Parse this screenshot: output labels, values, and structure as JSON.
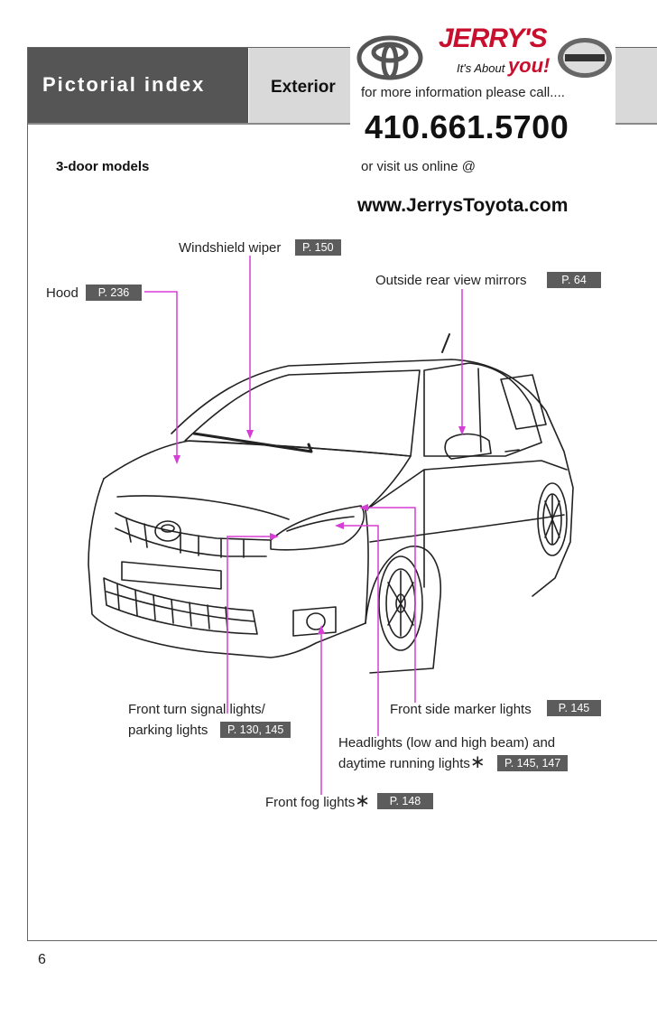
{
  "header": {
    "section_title": "Pictorial index",
    "tab_title": "Exterior"
  },
  "ad": {
    "brand": "JERRY'S",
    "slogan_prefix": "It's About",
    "slogan_emphasis": "you!",
    "info": "for more information please call....",
    "phone": "410.661.5700",
    "visit": "or visit us online @",
    "url": "www.JerrysToyota.com"
  },
  "subhead": "3-door models",
  "callouts": {
    "windshield_wiper": {
      "label": "Windshield wiper",
      "page": "P. 150"
    },
    "hood": {
      "label": "Hood",
      "page": "P. 236"
    },
    "mirrors": {
      "label": "Outside rear view mirrors",
      "page": "P. 64"
    },
    "turn_signal": {
      "label_line1": "Front turn signal lights/",
      "label_line2": "parking lights",
      "page": "P. 130, 145"
    },
    "side_marker": {
      "label": "Front side marker lights",
      "page": "P. 145"
    },
    "headlights": {
      "label_line1": "Headlights (low and high beam) and",
      "label_line2": "daytime running lights",
      "star": "∗",
      "page": "P. 145, 147"
    },
    "fog": {
      "label": "Front fog lights",
      "star": "∗",
      "page": "P. 148"
    }
  },
  "page_number": "6",
  "colors": {
    "leader": "#d63fd6",
    "header_dark": "#555555",
    "header_light": "#d9d9d9",
    "brand_red": "#c8102e"
  }
}
